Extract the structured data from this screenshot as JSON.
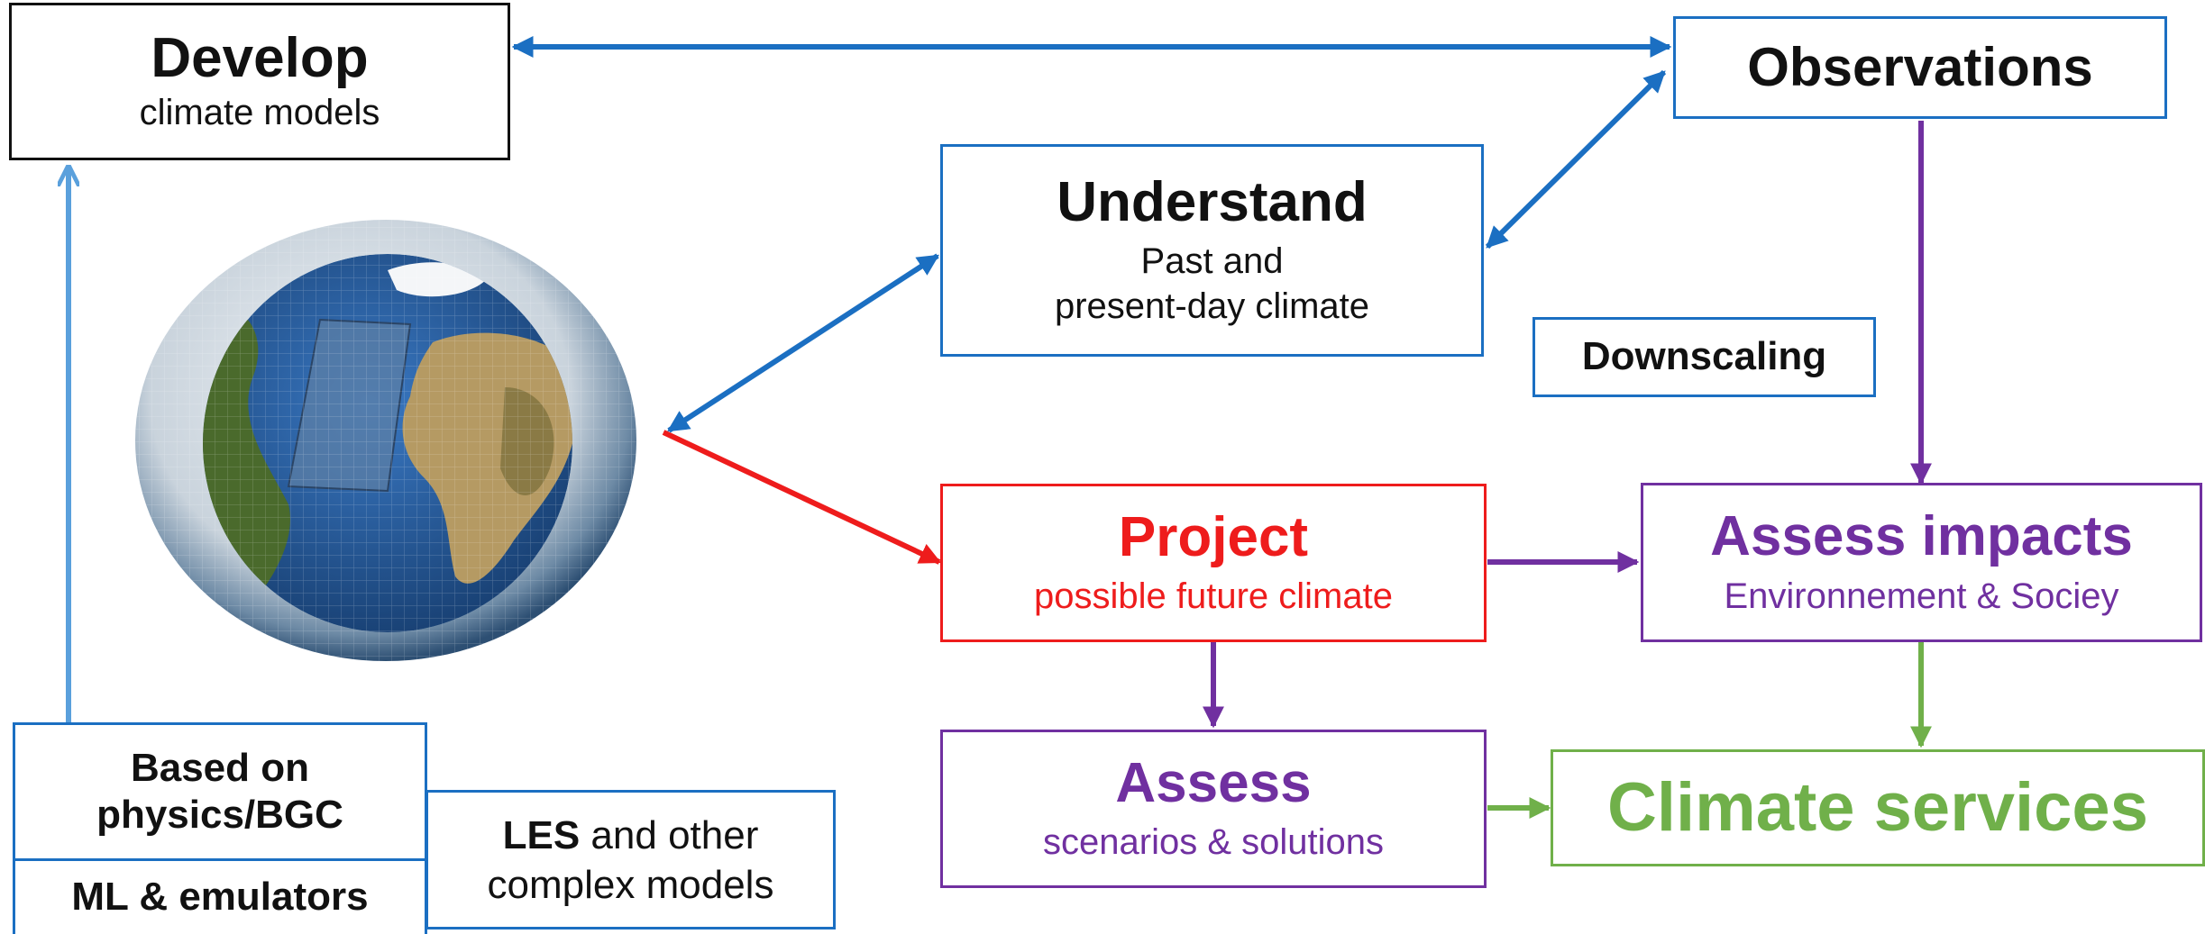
{
  "colors": {
    "blue": "#1b6fc2",
    "light_blue": "#5aa0dc",
    "red": "#ee1c1c",
    "purple": "#7030a0",
    "green": "#70b04a",
    "dark": "#111111"
  },
  "globe": {
    "icon": "globe-climate-model-grid-icon"
  },
  "develop": {
    "title": "Develop",
    "subtitle": "climate models"
  },
  "observations": {
    "title": "Observations"
  },
  "understand": {
    "title": "Understand",
    "subtitle_line1": "Past and",
    "subtitle_line2": "present-day climate"
  },
  "downscaling": {
    "label": "Downscaling"
  },
  "project": {
    "title": "Project",
    "subtitle": "possible future climate"
  },
  "assess_impacts": {
    "title": "Assess impacts",
    "subtitle": "Environnement & Sociey"
  },
  "assess": {
    "title": "Assess",
    "subtitle": "scenarios & solutions"
  },
  "climate_services": {
    "title": "Climate services"
  },
  "physics": {
    "line1": "Based on",
    "line2": "physics/BGC"
  },
  "ml": {
    "label": "ML & emulators"
  },
  "les": {
    "bold": "LES",
    "rest": " and other",
    "line2": "complex models"
  }
}
